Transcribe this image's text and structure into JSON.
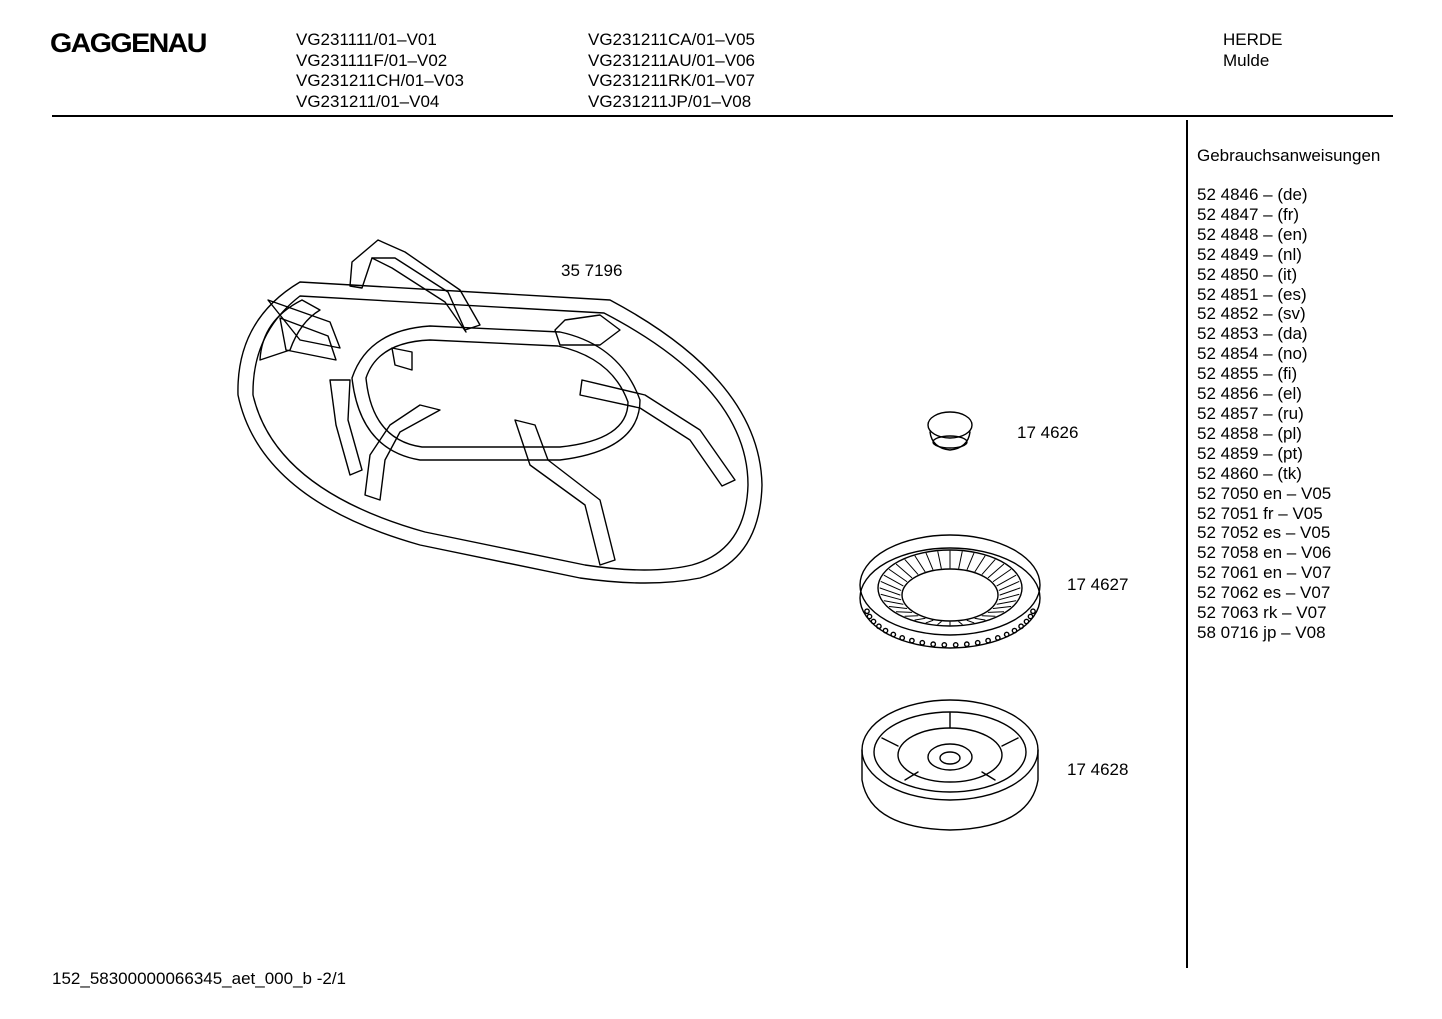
{
  "brand": "GAGGENAU",
  "models": {
    "col1": [
      "VG231111/01–V01",
      "VG231111F/01–V02",
      "VG231211CH/01–V03",
      "VG231211/01–V04"
    ],
    "col2": [
      "VG231211CA/01–V05",
      "VG231211AU/01–V06",
      "VG231211RK/01–V07",
      "VG231211JP/01–V08"
    ]
  },
  "category": {
    "line1": "HERDE",
    "line2": "Mulde"
  },
  "manuals": {
    "heading": "Gebrauchsanweisungen",
    "items": [
      "52 4846 – (de)",
      "52 4847 – (fr)",
      "52 4848 – (en)",
      "52 4849 – (nl)",
      "52 4850 – (it)",
      "52 4851 – (es)",
      "52 4852 – (sv)",
      "52 4853 – (da)",
      "52 4854 – (no)",
      "52 4855 – (fi)",
      "52 4856 – (el)",
      "52 4857 – (ru)",
      "52 4858 – (pl)",
      "52 4859 – (pt)",
      "52 4860 – (tk)",
      "52 7050 en – V05",
      "52 7051 fr – V05",
      "52 7052 es – V05",
      "52 7058 en – V06",
      "52 7061 en – V07",
      "52 7062 es – V07",
      "52 7063 rk – V07",
      "58 0716 jp – V08"
    ]
  },
  "parts": {
    "grate": "35 7196",
    "cap": "17 4626",
    "burner_ring": "17 4627",
    "burner_base": "17 4628"
  },
  "footer": "152_58300000066345_aet_000_b -2/1"
}
